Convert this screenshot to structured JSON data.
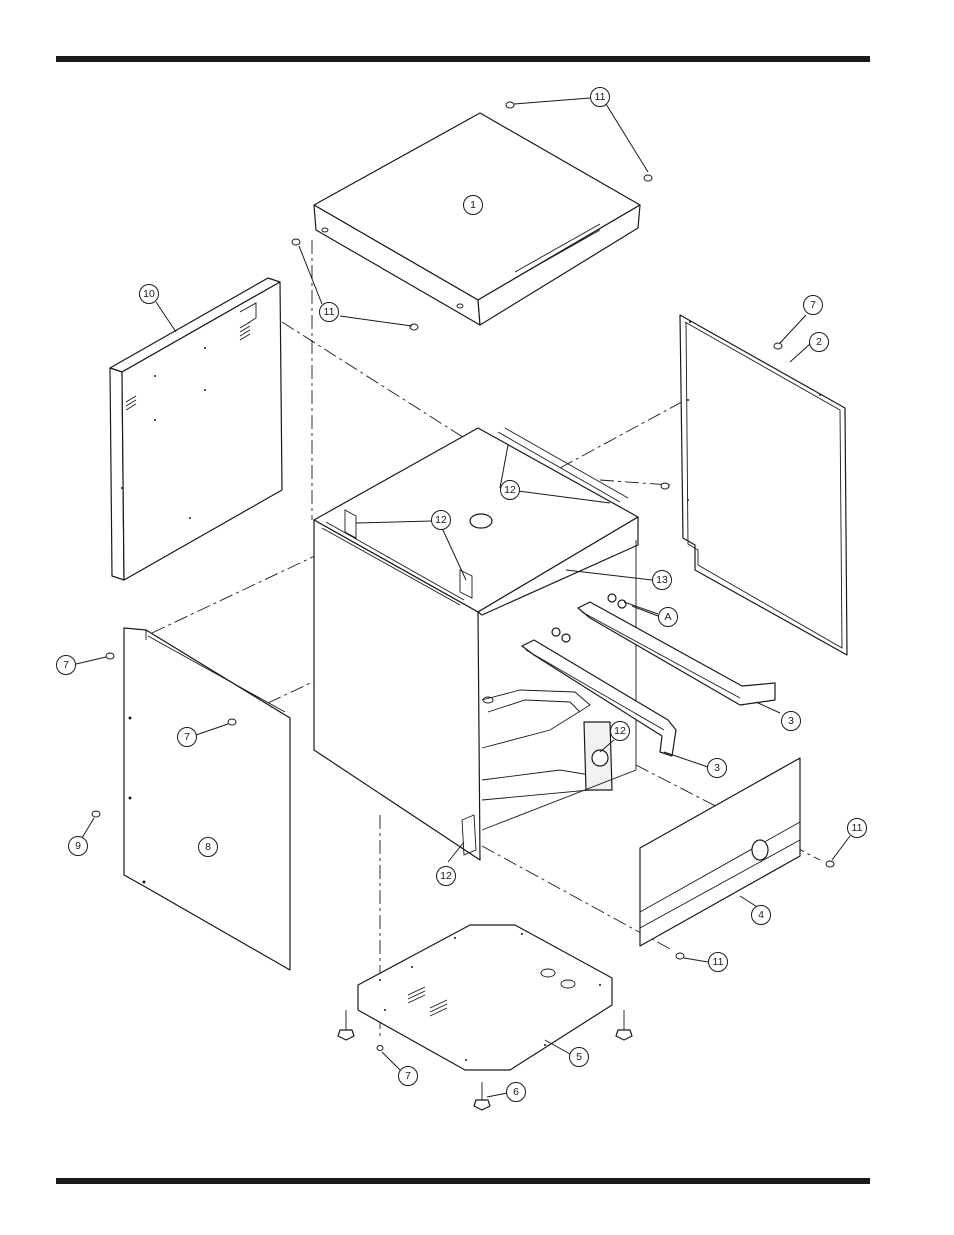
{
  "diagram": {
    "type": "exploded-parts-view",
    "callouts": [
      {
        "id": "c-1",
        "label": "1"
      },
      {
        "id": "c-2",
        "label": "2"
      },
      {
        "id": "c-3a",
        "label": "3"
      },
      {
        "id": "c-3b",
        "label": "3"
      },
      {
        "id": "c-4",
        "label": "4"
      },
      {
        "id": "c-5",
        "label": "5"
      },
      {
        "id": "c-6",
        "label": "6"
      },
      {
        "id": "c-7a",
        "label": "7"
      },
      {
        "id": "c-7b",
        "label": "7"
      },
      {
        "id": "c-7c",
        "label": "7"
      },
      {
        "id": "c-7d",
        "label": "7"
      },
      {
        "id": "c-8",
        "label": "8"
      },
      {
        "id": "c-9",
        "label": "9"
      },
      {
        "id": "c-10",
        "label": "10"
      },
      {
        "id": "c-11a",
        "label": "11"
      },
      {
        "id": "c-11b",
        "label": "11"
      },
      {
        "id": "c-11c",
        "label": "11"
      },
      {
        "id": "c-11d",
        "label": "11"
      },
      {
        "id": "c-12a",
        "label": "12"
      },
      {
        "id": "c-12b",
        "label": "12"
      },
      {
        "id": "c-12c",
        "label": "12"
      },
      {
        "id": "c-12d",
        "label": "12"
      },
      {
        "id": "c-13",
        "label": "13"
      },
      {
        "id": "c-A",
        "label": "A"
      }
    ]
  }
}
